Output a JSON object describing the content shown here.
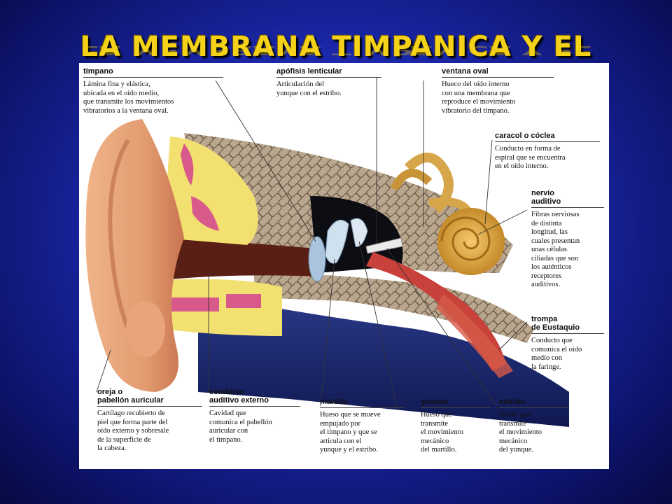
{
  "title": "LA MEMBRANA TIMPANICA Y EL",
  "labels": {
    "timpano": {
      "head": "tímpano",
      "text": "Lámina fina y elástica,\nubicada en el oído medio,\nque transmite los movimientos\nvibratorios a la ventana oval."
    },
    "apofisis": {
      "head": "apófisis lenticular",
      "text": "Articulación del\nyunque con el estribo."
    },
    "ventana": {
      "head": "ventana oval",
      "text": "Hueco del oído interno\ncon una membrana que\nreproduce el movimiento\nvibratorio del tímpano."
    },
    "caracol": {
      "head": "caracol o cóclea",
      "text": "Conducto en forma de\nespiral que se encuentra\nen el oído interno."
    },
    "nervio": {
      "head": "nervio\nauditivo",
      "text": "Fibras nerviosas\nde distinta\nlongitud, las\ncuales presentan\nunas células\nciliadas que son\nlos auténticos\nreceptores\nauditivos."
    },
    "trompa": {
      "head": "trompa\nde Eustaquio",
      "text": "Conducto que\ncomunica el oído\nmedio con\nla faringe."
    },
    "oreja": {
      "head": "oreja o\npabellón auricular",
      "text": "Cartílago recubierto de\npiel que forma parte del\noído externo y sobresale\nde la superficie de\nla cabeza."
    },
    "conducto": {
      "head": "conducto\nauditivo externo",
      "text": "Cavidad que\ncomunica el pabellón\nauricular con\nel tímpano."
    },
    "martillo": {
      "head": "martillo",
      "text": "Hueso que se mueve\nempujado por\nel tímpano y que se\narticula con el\nyunque y el estribo."
    },
    "yunque": {
      "head": "yunque",
      "text": "Hueso que\ntransmite\nel movimiento\nmecánico\ndel martillo."
    },
    "estribo": {
      "head": "estribo",
      "text": "Hueso que\ntransmite\nel movimiento\nmecánico\ndel yunque."
    }
  }
}
